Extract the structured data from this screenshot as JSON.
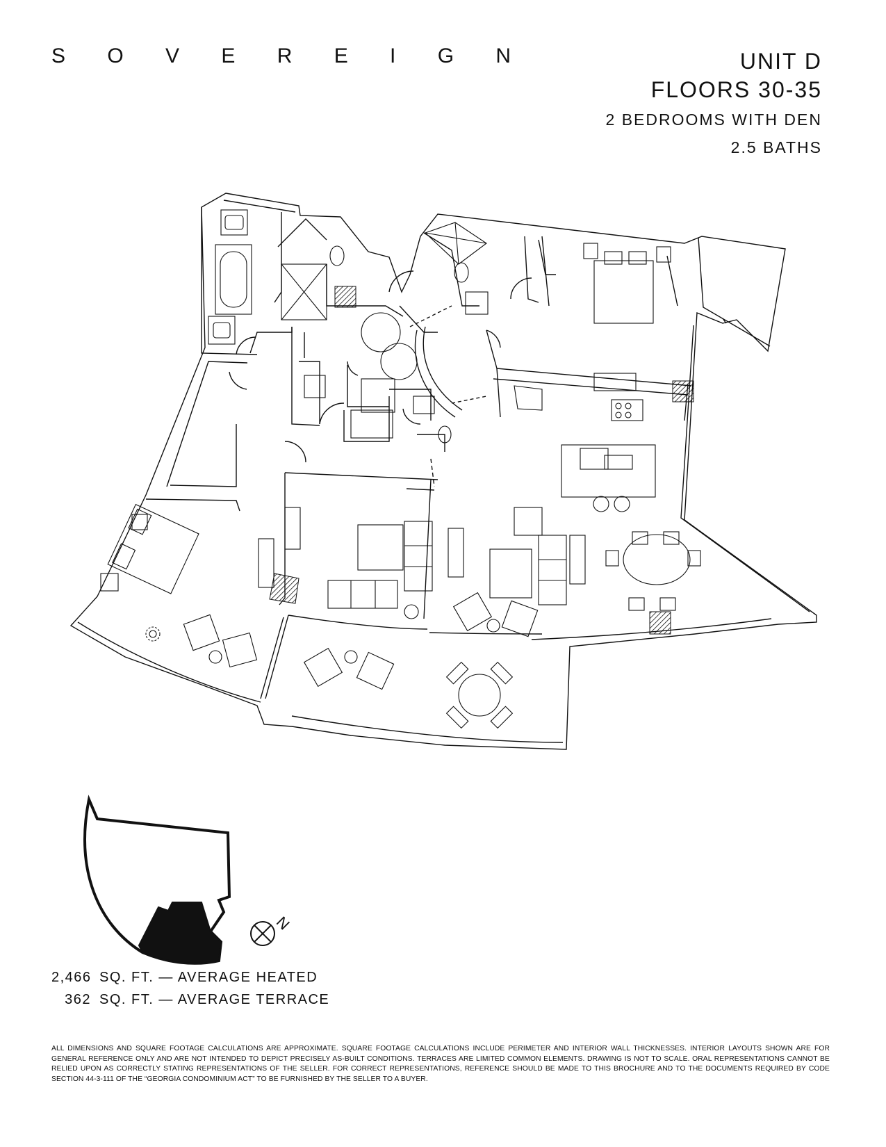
{
  "brand": "S O V E R E I G N",
  "unit": {
    "title": "UNIT D",
    "floors": "FLOORS 30-35",
    "bedrooms": "2 BEDROOMS WITH DEN",
    "baths": "2.5 BATHS"
  },
  "compass": {
    "label": "N",
    "icon": "north-arrow-icon"
  },
  "areas": [
    {
      "value": "2,466",
      "label": "SQ. FT. — AVERAGE HEATED"
    },
    {
      "value": "362",
      "label": "SQ. FT. — AVERAGE TERRACE"
    }
  ],
  "disclaimer": "ALL DIMENSIONS AND SQUARE FOOTAGE CALCULATIONS ARE APPROXIMATE. SQUARE FOOTAGE CALCULATIONS INCLUDE PERIMETER AND INTERIOR WALL THICKNESSES. INTERIOR LAYOUTS SHOWN ARE FOR GENERAL REFERENCE ONLY AND ARE NOT INTENDED TO DEPICT PRECISELY AS-BUILT CONDITIONS. TERRACES ARE LIMITED COMMON ELEMENTS. DRAWING IS NOT TO SCALE. ORAL REPRESENTATIONS CANNOT BE RELIED UPON AS CORRECTLY STATING REPRESENTATIONS OF THE SELLER. FOR CORRECT REPRESENTATIONS, REFERENCE SHOULD BE MADE TO THIS BROCHURE AND TO THE DOCUMENTS REQUIRED BY CODE SECTION 44-3-111 OF THE “GEORGIA CONDOMINIUM ACT” TO BE FURNISHED BY THE SELLER TO A BUYER.",
  "colors": {
    "ink": "#111111",
    "background": "#ffffff"
  }
}
